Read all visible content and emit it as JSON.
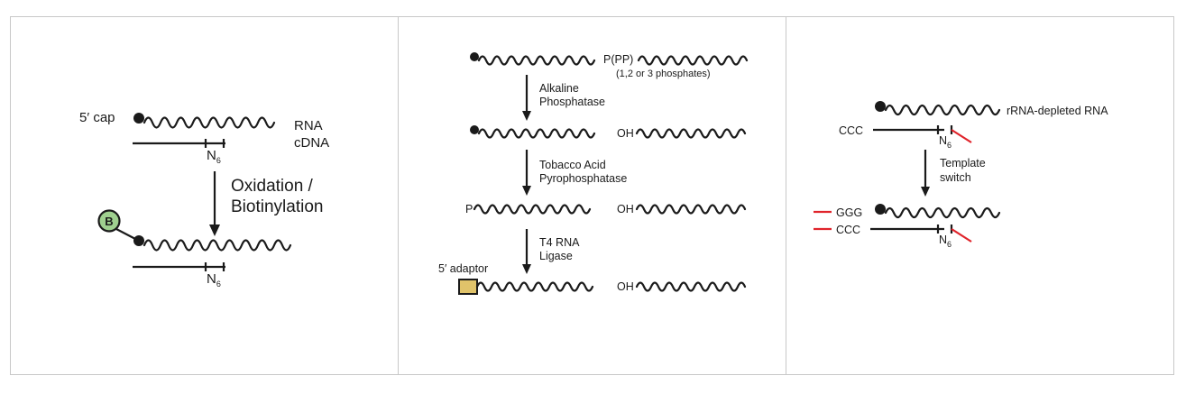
{
  "panel_a": {
    "cap_label": "5′ cap",
    "rna_label": "RNA",
    "cdna_label": "cDNA",
    "n_label": "N",
    "n_sub": "6",
    "n_label_2": "N",
    "n_sub_2": "6",
    "step_line1": "Oxidation /",
    "step_line2": "Biotinylation",
    "biotin_symbol": "B",
    "colors": {
      "biotin_fill": "#9fd08f",
      "biotin_stroke": "#1a1a1a"
    }
  },
  "panel_b": {
    "phosphate_label": "P(PP)",
    "phosphate_note": "(1,2 or 3 phosphates)",
    "step1_line1": "Alkaline",
    "step1_line2": "Phosphatase",
    "oh_label_1": "OH",
    "step2_line1": "Tobacco Acid",
    "step2_line2": "Pyrophosphatase",
    "p_label": "P",
    "oh_label_2": "OH",
    "step3_line1": "T4 RNA",
    "step3_line2": "Ligase",
    "adaptor_label": "5′ adaptor",
    "oh_label_3": "OH",
    "colors": {
      "adaptor_fill": "#e0c36a",
      "adaptor_stroke": "#1a1a1a"
    }
  },
  "panel_c": {
    "rna_label": "rRNA-depleted RNA",
    "ccc_label_1": "CCC",
    "n_label_1": "N",
    "n_sub_1": "6",
    "step_line1": "Template",
    "step_line2": "switch",
    "ggg_label": "GGG",
    "ccc_label_2": "CCC",
    "n_label_2": "N",
    "n_sub_2": "6",
    "colors": {
      "linker": "#e0242b"
    }
  }
}
